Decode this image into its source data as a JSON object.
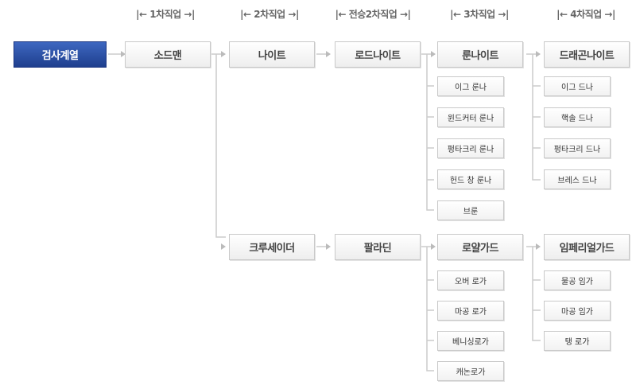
{
  "headers": {
    "job1": "|← 1차직업 →|",
    "job2": "|← 2차직업 →|",
    "job_rare2": "|← 전승2차직업 →|",
    "job3": "|← 3차직업 →|",
    "job4": "|← 4차직업 →|"
  },
  "nodes": {
    "root": "검사계열",
    "first": "소드맨",
    "knight": "나이트",
    "lord_knight": "로드나이트",
    "rune_knight": "룬나이트",
    "dragon_knight": "드래곤나이트",
    "crusader": "크루세이더",
    "paladin": "팔라딘",
    "royal_guard": "로얄가드",
    "imperial_guard": "임페리얼가드"
  },
  "rune_skills": [
    "이그 룬나",
    "윈드커터 룬나",
    "펑타크리 룬나",
    "헌드 창 룬나",
    "브룬"
  ],
  "dragon_skills": [
    "이그 드나",
    "핵솔 드나",
    "펑타크리 드나",
    "브레스 드나"
  ],
  "royal_skills": [
    "오버 로가",
    "마공 로가",
    "베니싱로가",
    "캐논로가"
  ],
  "imperial_skills": [
    "물공 임가",
    "마공 임가",
    "탱 로가"
  ],
  "colors": {
    "root_top": "#3e67c0",
    "root_bottom": "#1f3f8e",
    "border": "#c9c9c9",
    "line": "#cccccc"
  }
}
